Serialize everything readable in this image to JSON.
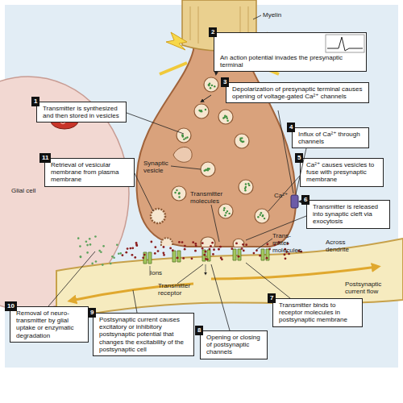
{
  "diagram": {
    "nodes": [
      {
        "text": [
          "1",
          "Transmitter is synthesized and then stored in vesicles"
        ]
      },
      {
        "text": [
          "2",
          "An action potential invades the presynaptic terminal"
        ]
      },
      {
        "text": [
          "3",
          "Depolarization of presynaptic terminal causes opening of voltage-gated Ca²⁺ channels"
        ]
      },
      {
        "text": [
          "4",
          "Influx of Ca²⁺ through channels"
        ]
      },
      {
        "text": [
          "5",
          "Ca²⁺ causes vesicles to fuse with presynaptic membrane"
        ]
      },
      {
        "text": [
          "11",
          "Retrieval of vesicular membrane from plasma membrane"
        ]
      },
      {
        "text": [
          "6",
          "Transmitter is released into synaptic cleft via exocytosis"
        ]
      },
      {
        "text": [
          "10",
          "Removal of neuro-transmitter by glial uptake or enzymatic degradation"
        ]
      },
      {
        "text": [
          "9",
          "Postsynaptic current causes excitatory or inhibitory postsynaptic potential that changes the excitability of the postsynaptic cell"
        ]
      },
      {
        "text": [
          "8",
          "Opening or closing of postsynaptic channels"
        ]
      },
      {
        "text": [
          "7",
          "Transmitter binds to receptor molecules in postsynaptic membrane"
        ]
      }
    ],
    "labels": [
      "Myelin",
      "Synaptic vesicle",
      "Transmitter molecules",
      "Ca²⁺",
      "Glial cell",
      "Across dendrite",
      "Trans-mitter molecules",
      "Ions",
      "Transmitter receptor",
      "Postsynaptic current flow"
    ]
  }
}
